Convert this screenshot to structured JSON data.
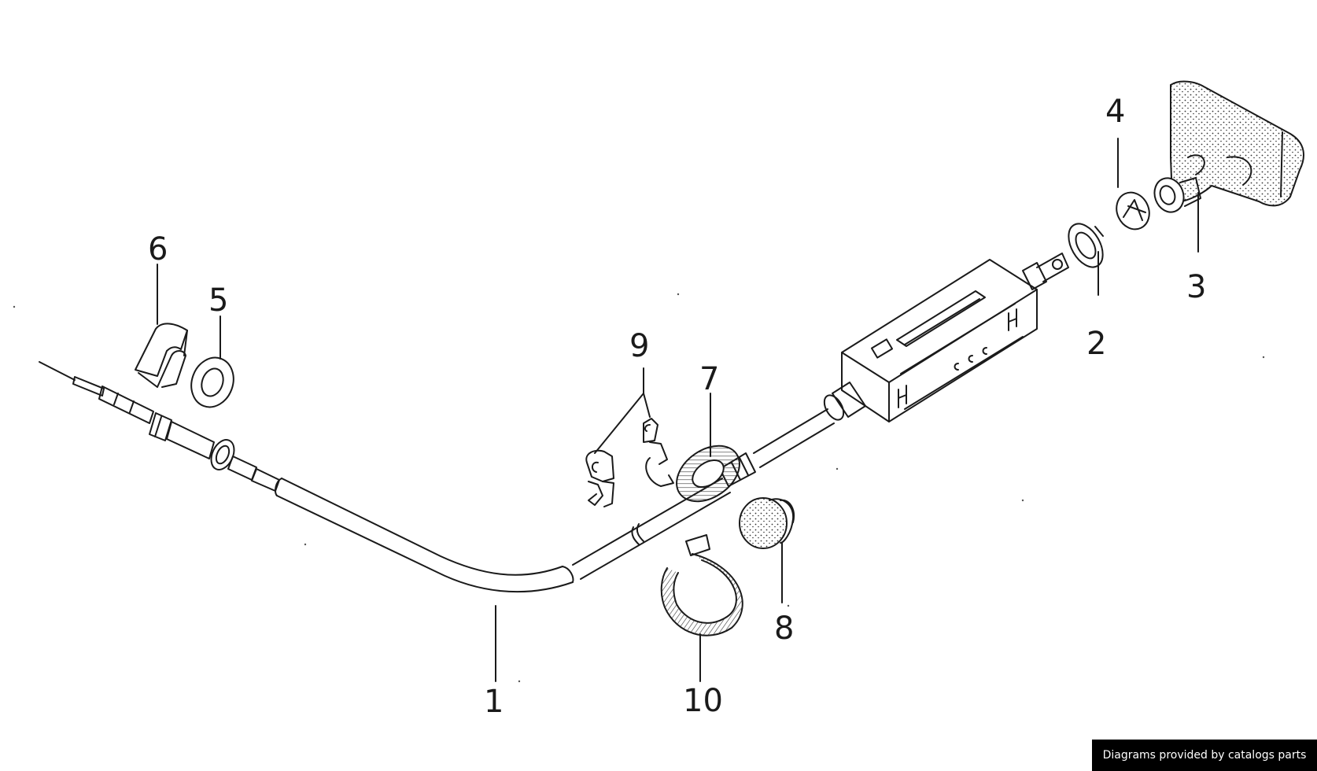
{
  "callouts": {
    "c1": "1",
    "c2": "2",
    "c3": "3",
    "c4": "4",
    "c5": "5",
    "c6": "6",
    "c7": "7",
    "c8": "8",
    "c9": "9",
    "c10": "10"
  },
  "credit": "Diagrams provided by catalogs parts",
  "colors": {
    "line": "#1a1a1a",
    "background": "#ffffff",
    "credit_bg": "#000000",
    "credit_text": "#ffffff"
  }
}
